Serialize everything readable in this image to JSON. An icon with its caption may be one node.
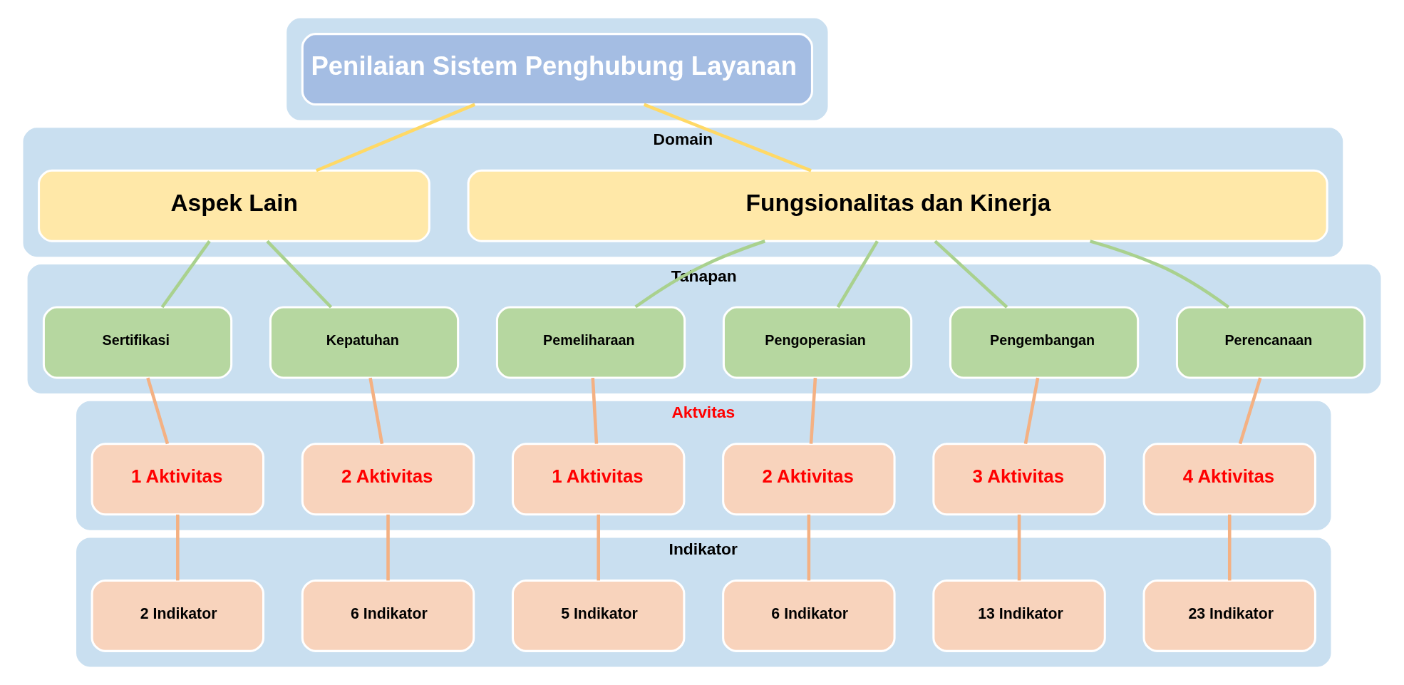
{
  "diagram": {
    "nodes": [
      {
        "text": [],
        "shape": "box"
      },
      {
        "text": [
          "Penilaian Sistem Penghubung Layanan"
        ],
        "in": 0
      },
      {
        "text": [
          "Domain"
        ]
      },
      {
        "text": [
          "Fungsionalitas dan Kinerja"
        ],
        "in": 2
      },
      {
        "text": [
          "Aspek Lain"
        ],
        "in": 2
      },
      {
        "text": [
          "Tahapan"
        ]
      },
      {
        "text": [
          "Perencanaan"
        ],
        "in": 5
      },
      {
        "text": [
          "Pengembangan"
        ],
        "in": 5
      },
      {
        "text": [
          "Pengoperasian"
        ],
        "in": 5
      },
      {
        "text": [
          "Pemeliharaan"
        ],
        "in": 5
      },
      {
        "text": [
          "Kepatuhan"
        ],
        "in": 5
      },
      {
        "text": [
          "Sertifikasi"
        ],
        "in": 5
      },
      {
        "text": [
          "Aktvitas"
        ]
      },
      {
        "text": [
          "4 Aktivitas"
        ],
        "in": 12
      },
      {
        "text": [
          "3 Aktivitas"
        ],
        "in": 12
      },
      {
        "text": [
          "2 Aktivitas"
        ],
        "in": 12
      },
      {
        "text": [
          "1 Aktivitas"
        ],
        "in": 12
      },
      {
        "text": [
          "2 Aktivitas"
        ],
        "in": 12
      },
      {
        "text": [
          "1 Aktivitas"
        ],
        "in": 12
      },
      {
        "text": [
          "Indikator"
        ]
      },
      {
        "text": [
          "23 Indikator"
        ],
        "in": 19
      },
      {
        "text": [
          "13 Indikator"
        ],
        "in": 19
      },
      {
        "text": [
          "6 Indikator"
        ],
        "in": 19
      },
      {
        "text": [
          "5 Indikator"
        ],
        "in": 19
      },
      {
        "text": [
          "6 Indikator"
        ],
        "in": 19
      },
      {
        "text": [
          "2 Indikator"
        ],
        "in": 19
      }
    ],
    "edges": [
      {
        "from": 1,
        "to": 3,
        "arrow": "none",
        "color": "#ffd966"
      },
      {
        "from": 1,
        "to": 4,
        "arrow": "none",
        "color": "#ffd966"
      },
      {
        "from": 3,
        "to": 6,
        "arrow": "none",
        "color": "#a9d18e"
      },
      {
        "from": 3,
        "to": 7,
        "arrow": "none",
        "color": "#a9d18e"
      },
      {
        "from": 3,
        "to": 8,
        "arrow": "none",
        "color": "#a9d18e"
      },
      {
        "from": 3,
        "to": 9,
        "arrow": "none",
        "color": "#a9d18e"
      },
      {
        "from": 4,
        "to": 10,
        "arrow": "none",
        "color": "#a9d18e"
      },
      {
        "from": 4,
        "to": 11,
        "arrow": "none",
        "color": "#a9d18e"
      },
      {
        "from": 6,
        "to": 13,
        "arrow": "none"
      },
      {
        "from": 7,
        "to": 14,
        "arrow": "none"
      },
      {
        "from": 8,
        "to": 15,
        "arrow": "none"
      },
      {
        "from": 9,
        "to": 16,
        "arrow": "none"
      },
      {
        "from": 10,
        "to": 17,
        "arrow": "none"
      },
      {
        "from": 11,
        "to": 18,
        "arrow": "none"
      },
      {
        "from": 13,
        "to": 20,
        "arrow": "none"
      },
      {
        "from": 14,
        "to": 21,
        "arrow": "none"
      },
      {
        "from": 15,
        "to": 22,
        "arrow": "none"
      },
      {
        "from": 16,
        "to": 23,
        "arrow": "none"
      },
      {
        "from": 17,
        "to": 24,
        "arrow": "none"
      },
      {
        "from": 18,
        "to": 25,
        "arrow": "none"
      }
    ]
  }
}
